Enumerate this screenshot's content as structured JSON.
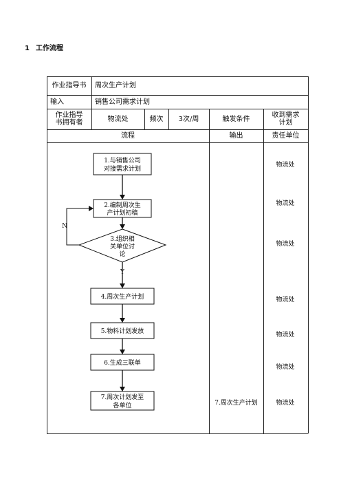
{
  "section": {
    "number": "1",
    "title": "工作流程"
  },
  "header": {
    "guide_label": "作业指导书",
    "guide_value": "周次生产计划",
    "input_label": "输入",
    "input_value": "销售公司需求计划",
    "owner_label_line1": "作业指导",
    "owner_label_line2": "书拥有者",
    "owner_value": "物流处",
    "freq_label": "频次",
    "freq_value": "3次/周",
    "trigger_label": "触发条件",
    "trigger_value_line1": "收到需求",
    "trigger_value_line2": "计划"
  },
  "columns": {
    "flow": "流程",
    "output": "输出",
    "responsible": "责任单位"
  },
  "flow": {
    "steps": [
      {
        "line1": "1.与销售公司",
        "line2": "对接需求计划"
      },
      {
        "line1": "2.编制周次生",
        "line2": "产计划初稿"
      },
      {
        "line1": "3.组织相",
        "line2": "关单位讨",
        "line3": "论"
      },
      {
        "line1": "4.周次生产计划"
      },
      {
        "line1": "5.物料计划发放"
      },
      {
        "line1": "6.生成三联单"
      },
      {
        "line1": "7.周次计划发至",
        "line2": "各单位"
      }
    ],
    "no_label": "N",
    "yes_label": "Y"
  },
  "outputs": {
    "step7": "7.周次生产计划"
  },
  "responsible": [
    "物流处",
    "物流处",
    "物流处",
    "物流处",
    "物流处",
    "物流处",
    "物流处"
  ]
}
